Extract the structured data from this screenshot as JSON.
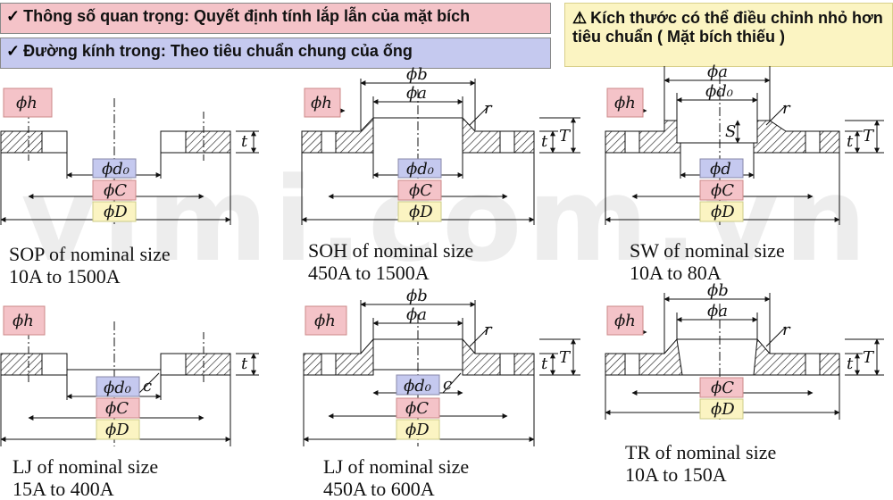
{
  "legend": {
    "critical": "Thông số quan trọng: Quyết định tính lắp lẫn của mặt bích",
    "inner_diameter": "Đường kính trong: Theo tiêu chuẩn chung của ống",
    "adjustable": "Kích thước có thể điều chỉnh nhỏ hơn tiêu chuẩn ( Mặt bích thiếu )",
    "check_mark": "✓",
    "warning_mark": "⚠"
  },
  "watermark": "vimi.com.vn",
  "colors": {
    "critical": "#f4c3c8",
    "inner": "#c5c9ef",
    "adjustable": "#fbf4c2"
  },
  "symbols": {
    "h": "ϕh",
    "b": "ϕb",
    "a": "ϕa",
    "d0": "ϕd₀",
    "d": "ϕd",
    "C": "ϕC",
    "D": "ϕD",
    "r": "r",
    "t": "t",
    "T": "T",
    "S": "S",
    "c": "c"
  },
  "flanges": [
    {
      "type": "SOP",
      "caption": "SOP of nominal size\n10A to 1500A"
    },
    {
      "type": "SOH",
      "caption": "SOH of nominal size\n450A to 1500A"
    },
    {
      "type": "SW",
      "caption": "SW of nominal size\n10A to 80A"
    },
    {
      "type": "LJ",
      "caption": "LJ of nominal size\n15A to 400A"
    },
    {
      "type": "LJ",
      "caption": "LJ of nominal size\n450A to 600A"
    },
    {
      "type": "TR",
      "caption": "TR of nominal size\n10A to 150A"
    }
  ]
}
